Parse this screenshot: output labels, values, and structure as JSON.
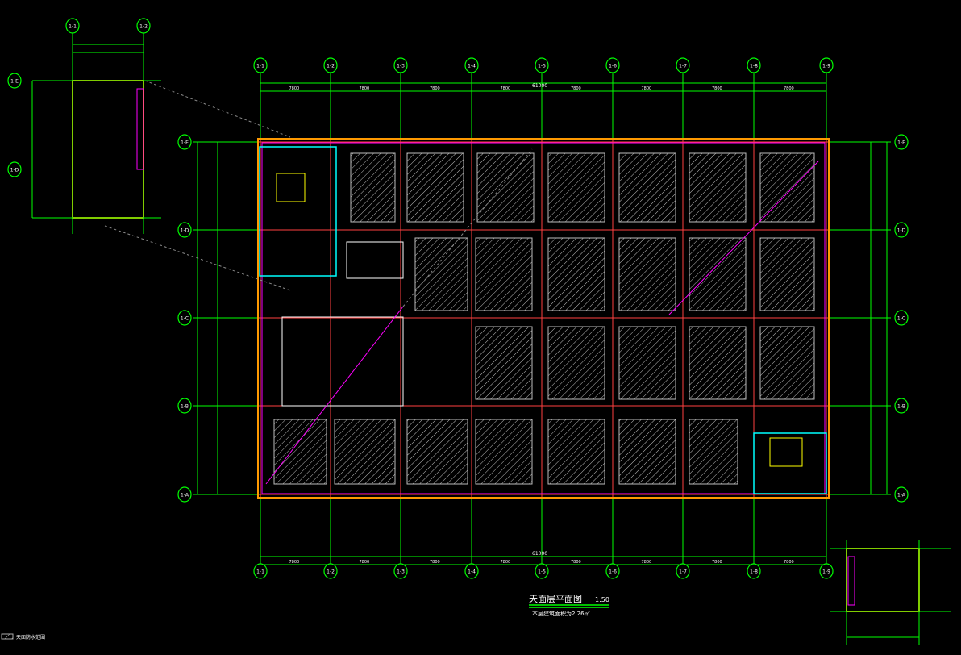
{
  "drawing": {
    "title": "天面层平面图",
    "scale": "1:50",
    "area_note": "本层建筑面积为2.26㎡",
    "legend_note": "天面防水范围",
    "total_dim": "61000",
    "span_dims": [
      "7800",
      "7800",
      "7800",
      "7800",
      "7800",
      "7800",
      "7800",
      "7800"
    ],
    "column_axes": [
      "1-1",
      "1-2",
      "1-3",
      "1-4",
      "1-5",
      "1-6",
      "1-7",
      "1-8",
      "1-9"
    ],
    "row_axes": [
      "1-E",
      "1-D",
      "1-C",
      "1-B",
      "1-A"
    ],
    "inset_axes_top": [
      "1-1",
      "1-2"
    ],
    "inset_axes_left": [
      "1-E",
      "1-D"
    ],
    "colors": {
      "grid": "#00ff00",
      "wall": "#ff9900",
      "beam": "#ff4040",
      "magenta": "#ff00ff",
      "cyan": "#00ffff",
      "hatch": "#c0c0c0",
      "yellow": "#ffff00"
    }
  }
}
